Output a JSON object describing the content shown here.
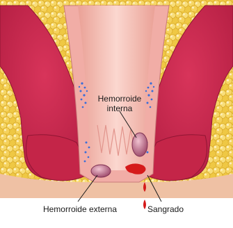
{
  "labels": {
    "internal_line1": "Hemorroide",
    "internal_line2": "interna",
    "external": "Hemorroide externa",
    "bleeding": "Sangrado"
  },
  "colors": {
    "fat": "#f3d24e",
    "fat_highlight": "#fbe9a2",
    "fat_outline": "#d9a928",
    "muscle": "#c8264a",
    "muscle_dark": "#a81a3c",
    "canal_lining": "#f4b8b1",
    "canal_inner": "#f8cfc6",
    "hemorrhoid": "#b55a7a",
    "hemorrhoid_light": "#e7a9bd",
    "blood": "#d51a1a",
    "dots": "#3a6fd8",
    "skin": "#f3c6a9",
    "background": "#ffffff"
  }
}
